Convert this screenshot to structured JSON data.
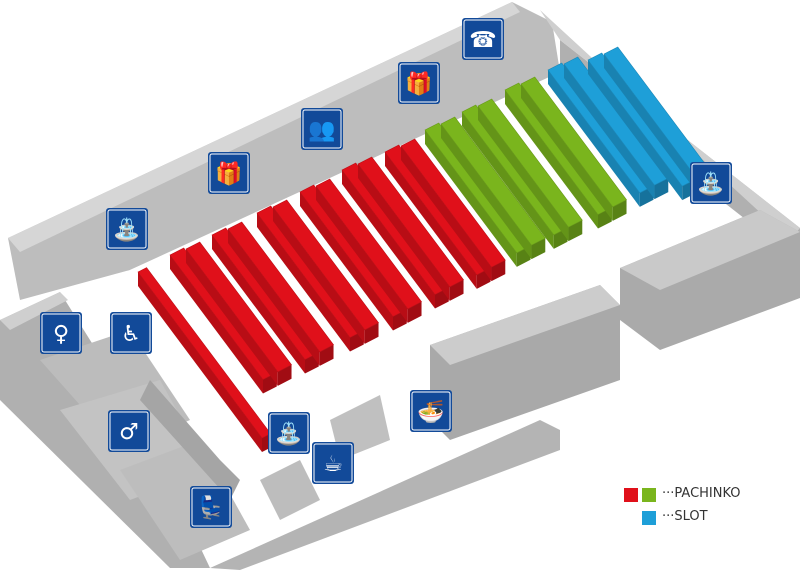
{
  "legend": {
    "pachinko_label": "···PACHINKO",
    "slot_label": "···SLOT",
    "pachinko_colors": [
      "#e0101a",
      "#7ab51d"
    ],
    "slot_color": "#1e9fd8"
  },
  "colors": {
    "wall": "#b6b6b6",
    "wall_top": "#d4d4d4",
    "floor": "#ffffff",
    "pachinko_red": "#e0101a",
    "pachinko_green": "#7ab51d",
    "slot_blue": "#1e9fd8",
    "icon_bg": "#124a99"
  },
  "icons": [
    "telephone-icon",
    "gift-exchange-icon",
    "information-counter-icon",
    "gift-exchange-icon",
    "drinking-fountain-icon",
    "drinking-fountain-icon",
    "womens-restroom-icon",
    "accessible-restroom-icon",
    "mens-restroom-icon",
    "drinking-fountain-icon",
    "noodle-restaurant-icon",
    "coffee-cafe-icon",
    "massage-chair-icon"
  ],
  "machine_rows": {
    "red_count": 7,
    "green_count": 3,
    "blue_count": 4
  }
}
